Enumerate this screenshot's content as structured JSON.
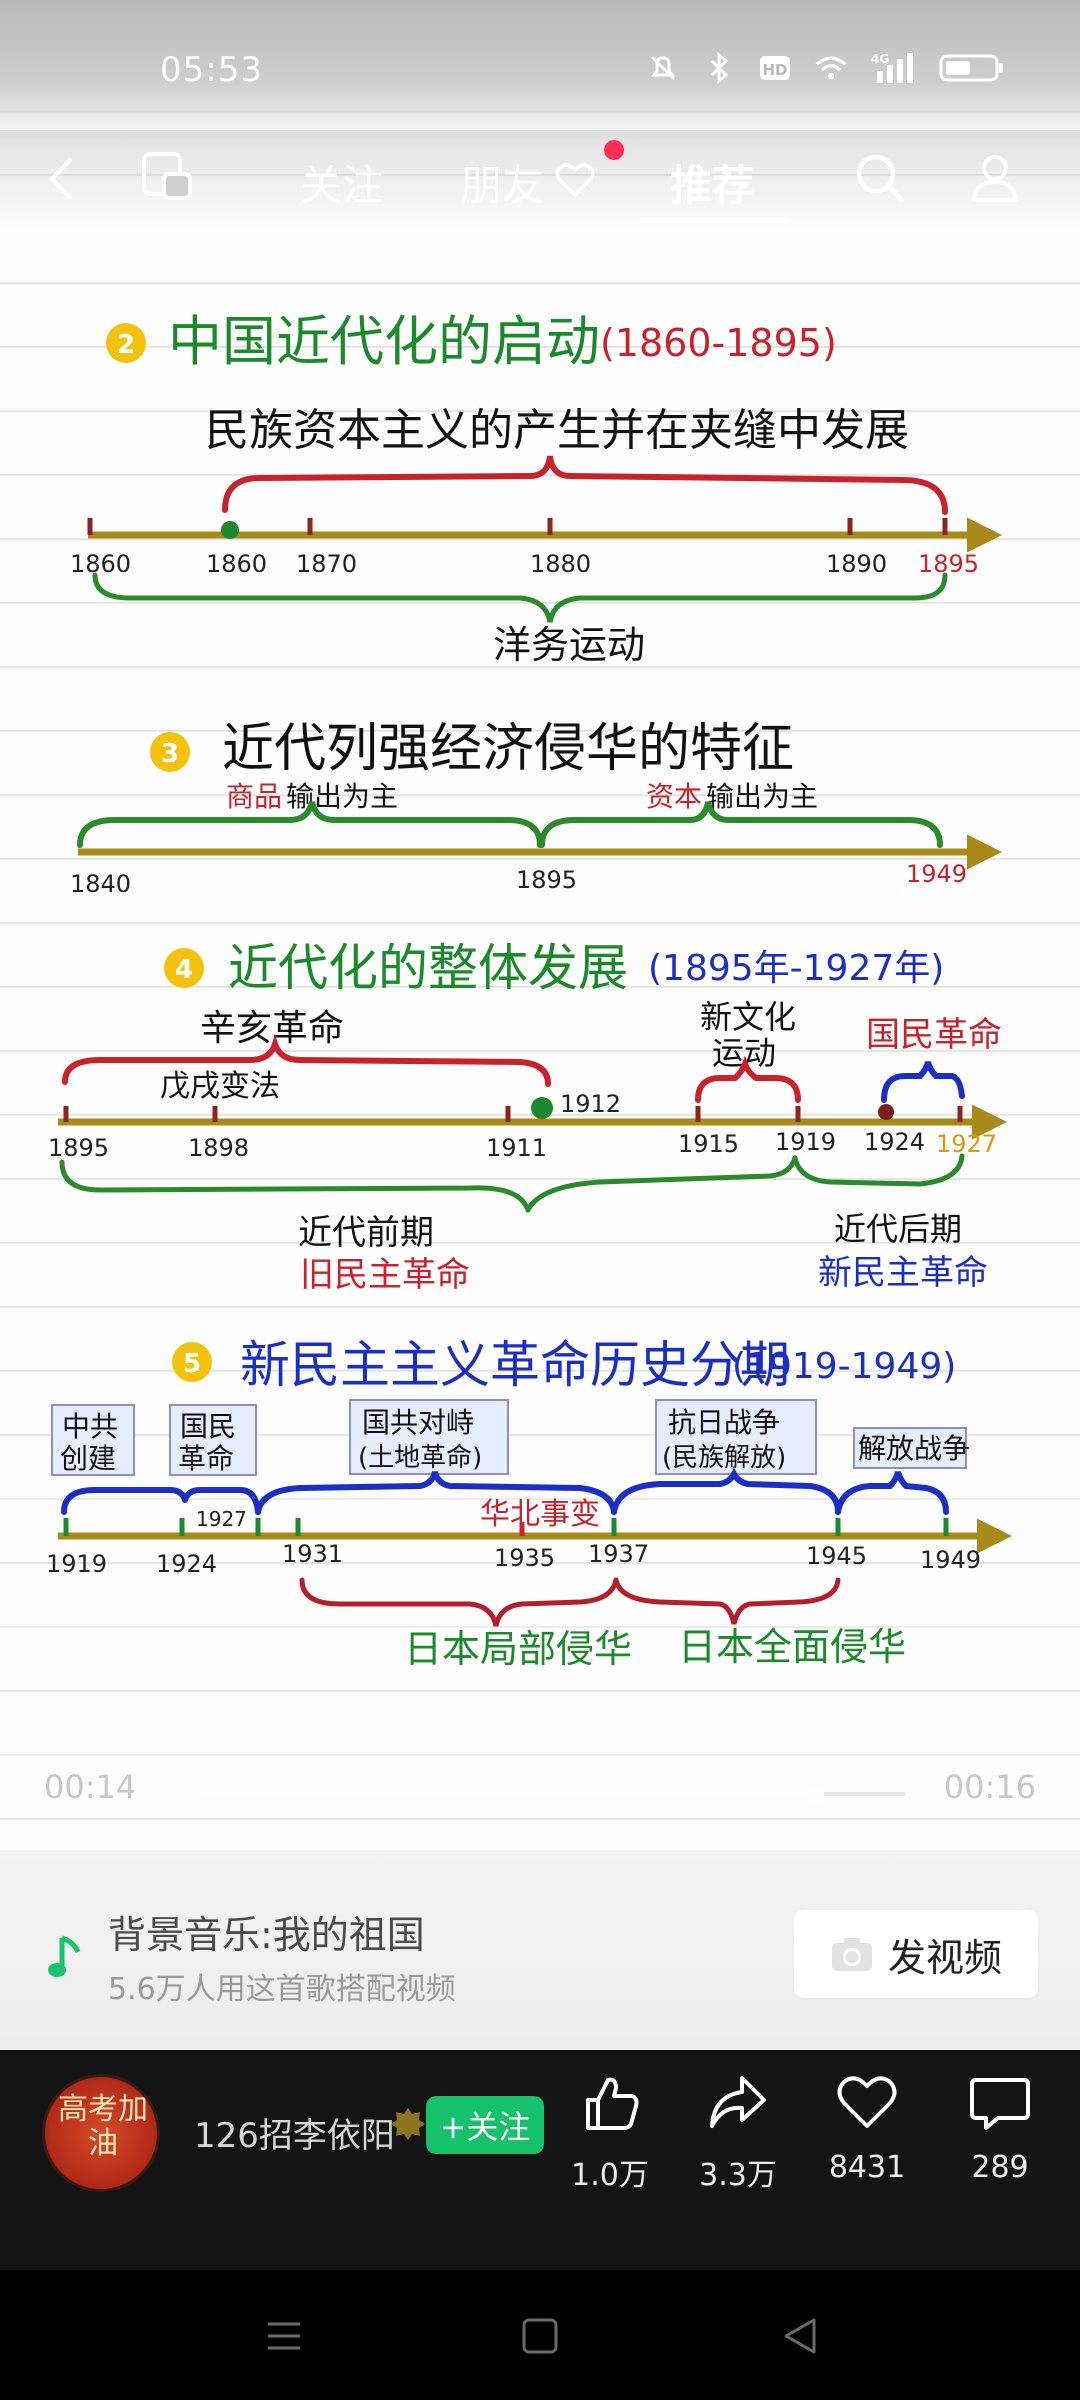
{
  "status_bar": {
    "time": "05:53",
    "icons": [
      "mute-icon",
      "bluetooth-icon",
      "hd-icon",
      "wifi-icon",
      "signal-4g-icon",
      "battery-icon"
    ],
    "hd": "HD",
    "network": "4G"
  },
  "top_nav": {
    "tabs": [
      "关注",
      "朋友",
      "推荐"
    ],
    "active_tab": "推荐",
    "has_notification_dot": true
  },
  "notes": {
    "s2": {
      "num": "2",
      "title": "中国近代化的启动",
      "range": "(1860-1895)",
      "sub": "民族资本主义的产生并在夹缝中发展",
      "ticks": [
        "1860",
        "1860",
        "1870",
        "1880",
        "1890",
        "1895"
      ],
      "bottom": "洋务运动"
    },
    "s3": {
      "num": "3",
      "title": "近代列强经济侵华的特征",
      "left_red": "商品",
      "left_black": "输出为主",
      "right_red": "资本",
      "right_black": "输出为主",
      "ticks": [
        "1840",
        "1895",
        "1949"
      ]
    },
    "s4": {
      "num": "4",
      "title": "近代化的整体发展",
      "range": "(1895年-1927年)",
      "xinhai": "辛亥革命",
      "wuxu": "戊戌变法",
      "xinwenhua_1": "新文化",
      "xinwenhua_2": "运动",
      "guomin": "国民革命",
      "ticks": [
        "1895",
        "1898",
        "1911",
        "1912",
        "1915",
        "1919",
        "1924",
        "1927"
      ],
      "early": "近代前期",
      "early_red": "旧民主革命",
      "late": "近代后期",
      "late_blue": "新民主革命"
    },
    "s5": {
      "num": "5",
      "title": "新民主主义革命历史分期",
      "range": "(1919-1949)",
      "box1_a": "中共",
      "box1_b": "创建",
      "box2_a": "国民",
      "box2_b": "革命",
      "box3_a": "国共对峙",
      "box3_b": "(土地革命)",
      "box4_a": "抗日战争",
      "box4_b": "(民族解放)",
      "box5": "解放战争",
      "huabei": "华北事变",
      "ticks": [
        "1919",
        "1924",
        "1927",
        "1931",
        "1935",
        "1937",
        "1945",
        "1949"
      ],
      "japan_partial": "日本局部侵华",
      "japan_full": "日本全面侵华"
    }
  },
  "progress": {
    "current": "00:14",
    "total": "00:16",
    "fraction": 0.875
  },
  "music": {
    "title": "背景音乐:我的祖国",
    "subtitle": "5.6万人用这首歌搭配视频",
    "button": "发视频"
  },
  "author": {
    "name": "126招李依阳",
    "avatar_text": "高考加油",
    "follow": "+关注"
  },
  "actions": {
    "like": "1.0万",
    "share": "3.3万",
    "favorite": "8431",
    "comment": "289"
  },
  "colors": {
    "accent_green": "#15c26b",
    "axis_olive": "#a88a18",
    "brace_red": "#c8232c",
    "brace_green": "#2b8a2b",
    "brace_blue": "#1c2fc4"
  }
}
